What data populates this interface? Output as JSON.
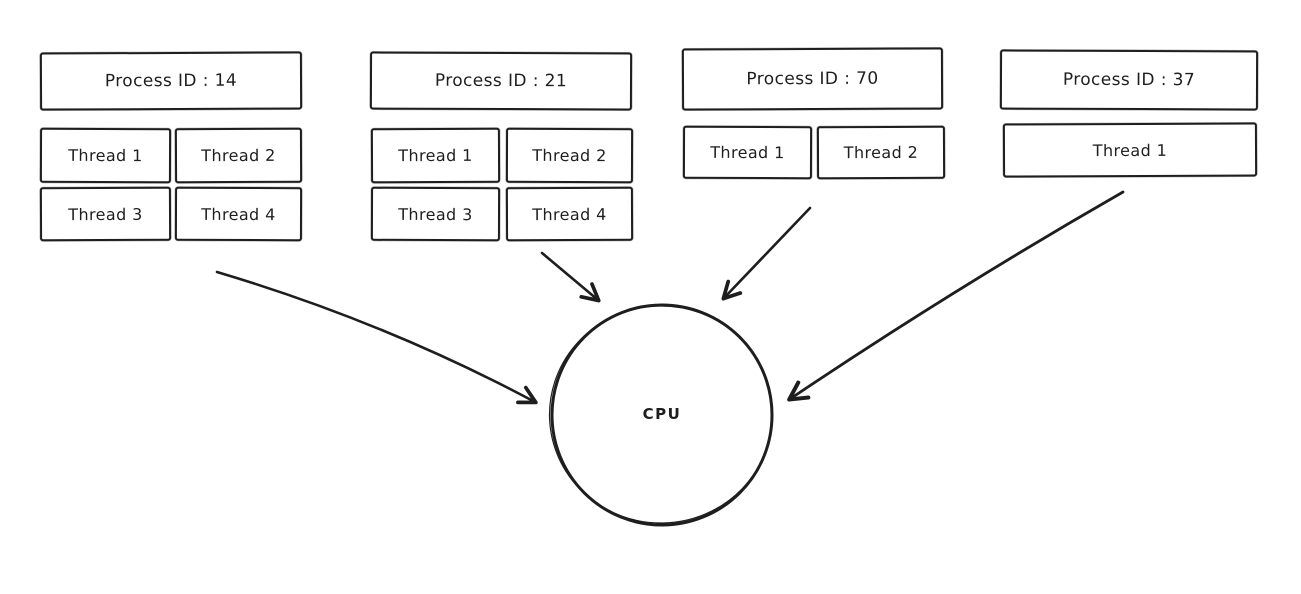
{
  "colors": {
    "stroke": "#1e1e1e",
    "background": "#ffffff"
  },
  "cpu": {
    "label": "CPU"
  },
  "processes": [
    {
      "title": "Process ID : 14",
      "threads": [
        "Thread 1",
        "Thread 2",
        "Thread 3",
        "Thread 4"
      ]
    },
    {
      "title": "Process ID : 21",
      "threads": [
        "Thread 1",
        "Thread 2",
        "Thread 3",
        "Thread 4"
      ]
    },
    {
      "title": "Process ID : 70",
      "threads": [
        "Thread 1",
        "Thread 2"
      ]
    },
    {
      "title": "Process ID : 37",
      "threads": [
        "Thread 1"
      ]
    }
  ],
  "arrows": [
    {
      "from": "Process ID : 14",
      "to": "CPU"
    },
    {
      "from": "Process ID : 21",
      "to": "CPU"
    },
    {
      "from": "Process ID : 70",
      "to": "CPU"
    },
    {
      "from": "Process ID : 37",
      "to": "CPU"
    }
  ]
}
